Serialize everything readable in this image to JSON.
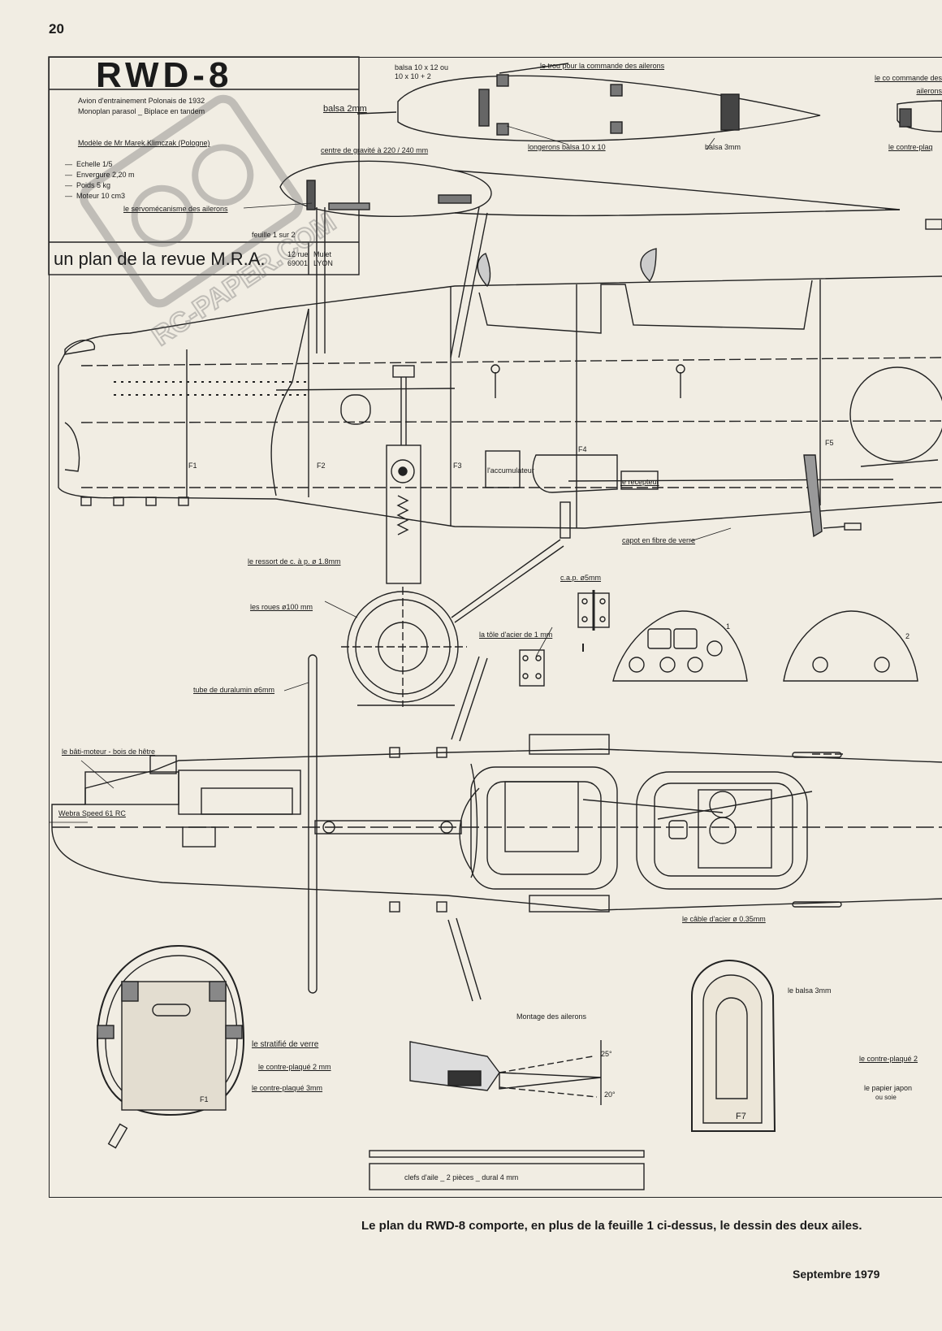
{
  "page_number": "20",
  "title_block": {
    "title": "RWD-8",
    "subtitle_1": "Avion d'entrainement Polonais de 1932",
    "subtitle_2": "Monoplan parasol _ Biplace en tandem",
    "model_by": "Modèle de Mr Marek Klimczak (Pologne)",
    "specs": [
      "Echelle  1/5",
      "Envergure  2,20 m",
      "Poids  5 kg",
      "Moteur  10 cm3"
    ],
    "sheet": "feuille 1 sur 2",
    "plan_credit": "un plan de la revue M.R.A.",
    "address_1": "12 rue 69001",
    "address_2": "Mulet LYON"
  },
  "labels": {
    "balsa_spars": "balsa 10 x 12 ou 10 x 10 + 2",
    "aileron_hole": "le trou     pour     la commande des ailerons",
    "aileron_cmd_right": "le co commande des ailerons",
    "balsa_2mm": "balsa 2mm",
    "cg": "centre de gravité à 220 / 240 mm",
    "longerons": "longerons balsa 10 x 10",
    "balsa_3mm_top": "balsa 3mm",
    "contre_plaque_top": "le contre-plaq",
    "servo_ailerons": "le servomécanisme des ailerons",
    "accumulateur": "l'accumulateur",
    "recepteur": "le recepteur",
    "capot": "capot  en fibre de verre",
    "ressort": "le ressort  de c. à p.     ø 1.8mm",
    "roues": "les roues ø100 mm",
    "cap": "c.a.p.  ø5mm",
    "tole": "la tôle d'acier de 1 mm",
    "tube": "tube de duralumin ø6mm",
    "bati": "le bâti-moteur - bois de hêtre",
    "engine": "Webra  Speed  61 RC",
    "cable": "le câble  d'acier  ø 0.35mm",
    "stratifie": "le stratifié de verre",
    "cp2": "le contre-plaqué  2  mm",
    "cp3": "le contre-plaqué  3mm",
    "montage": "Montage des ailerons",
    "angle_25": "25°",
    "angle_20": "20°",
    "balsa_3mm": "le balsa 3mm",
    "cp2_right": "le contre-plaqué 2",
    "papier": "le papier japon",
    "soie": "ou soie",
    "clefs": "clefs d'aile  _ 2 pièces  _ dural  4 mm",
    "frames": [
      "F1",
      "F2",
      "F3",
      "F4",
      "F5",
      "F1",
      "F7"
    ],
    "cowl_1": "1",
    "cowl_2": "2"
  },
  "watermark": "RC-PAPER.COM",
  "caption": "Le plan du RWD-8 comporte, en plus de la feuille 1 ci-dessus, le dessin des deux ailes.",
  "footer": "Septembre 1979"
}
